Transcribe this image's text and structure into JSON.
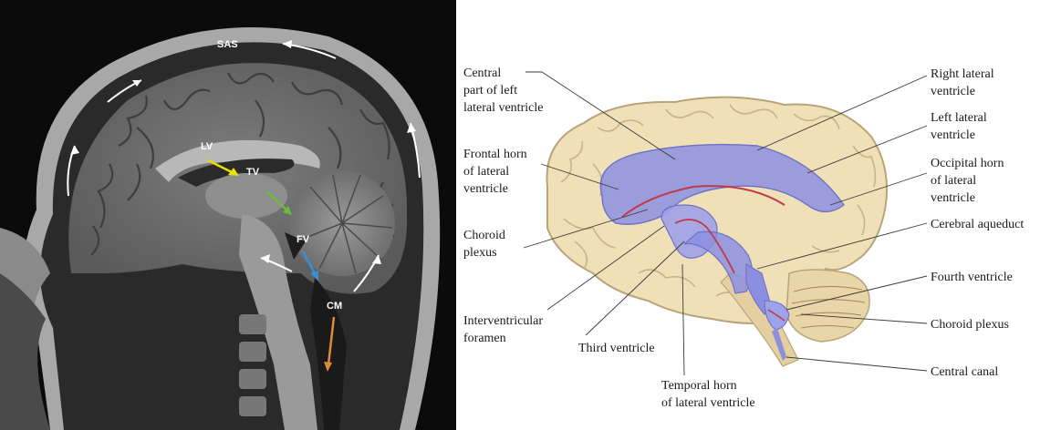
{
  "mri": {
    "labels": {
      "sas": "SAS",
      "lv": "LV",
      "tv": "TV",
      "fv": "FV",
      "cm": "CM"
    },
    "colors": {
      "flow_arrows": "#ffffff",
      "lv_arrow": "#e8e000",
      "tv_arrow": "#6dbb3c",
      "fv_arrow": "#3b8fd4",
      "cm_arrow": "#e08a3c"
    }
  },
  "diagram": {
    "labels": {
      "central_part_1": "Central",
      "central_part_2": "part of left",
      "central_part_3": "lateral ventricle",
      "frontal_horn_1": "Frontal horn",
      "frontal_horn_2": "of lateral",
      "frontal_horn_3": "ventricle",
      "choroid_plexus_left_1": "Choroid",
      "choroid_plexus_left_2": "plexus",
      "interventricular_1": "Interventricular",
      "interventricular_2": "foramen",
      "third_ventricle": "Third ventricle",
      "temporal_horn_1": "Temporal horn",
      "temporal_horn_2": "of lateral ventricle",
      "right_lateral_1": "Right lateral",
      "right_lateral_2": "ventricle",
      "left_lateral_1": "Left lateral",
      "left_lateral_2": "ventricle",
      "occipital_horn_1": "Occipital horn",
      "occipital_horn_2": "of lateral",
      "occipital_horn_3": "ventricle",
      "cerebral_aqueduct": "Cerebral aqueduct",
      "fourth_ventricle": "Fourth ventricle",
      "choroid_plexus_right": "Choroid plexus",
      "central_canal": "Central canal"
    },
    "colors": {
      "brain": "#efe0b8",
      "brain_outline": "#b9a479",
      "ventricle": "#8c8fe0",
      "choroid": "#c0394b"
    }
  }
}
